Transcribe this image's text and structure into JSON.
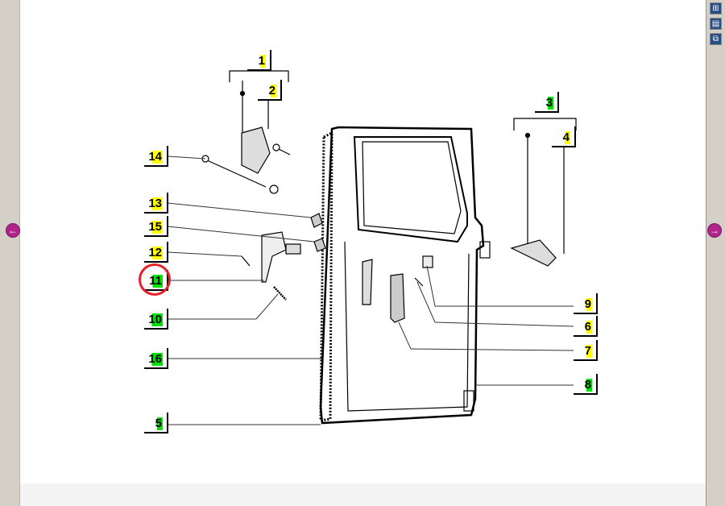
{
  "toolbar": {
    "buttons": [
      {
        "name": "cart-button",
        "icon": "cart-icon",
        "glyph": "⊞"
      },
      {
        "name": "list-button",
        "icon": "list-icon",
        "glyph": "▤"
      },
      {
        "name": "link-button",
        "icon": "link-icon",
        "glyph": "⧉"
      }
    ]
  },
  "nav": {
    "prev_glyph": "←",
    "next_glyph": "→"
  },
  "callouts": [
    {
      "num": "1",
      "color": "yellow"
    },
    {
      "num": "2",
      "color": "yellow"
    },
    {
      "num": "3",
      "color": "green"
    },
    {
      "num": "4",
      "color": "yellow"
    },
    {
      "num": "14",
      "color": "yellow"
    },
    {
      "num": "13",
      "color": "yellow"
    },
    {
      "num": "15",
      "color": "yellow"
    },
    {
      "num": "12",
      "color": "yellow"
    },
    {
      "num": "11",
      "color": "green"
    },
    {
      "num": "10",
      "color": "green"
    },
    {
      "num": "16",
      "color": "green"
    },
    {
      "num": "5",
      "color": "green"
    },
    {
      "num": "9",
      "color": "yellow"
    },
    {
      "num": "6",
      "color": "yellow"
    },
    {
      "num": "7",
      "color": "yellow"
    },
    {
      "num": "8",
      "color": "green"
    }
  ],
  "selected_callout": "11",
  "colors": {
    "highlight_yellow": "#ffff00",
    "highlight_green": "#00e000",
    "selection_ring": "#e8202a",
    "nav_arrow": "#b0248c"
  }
}
